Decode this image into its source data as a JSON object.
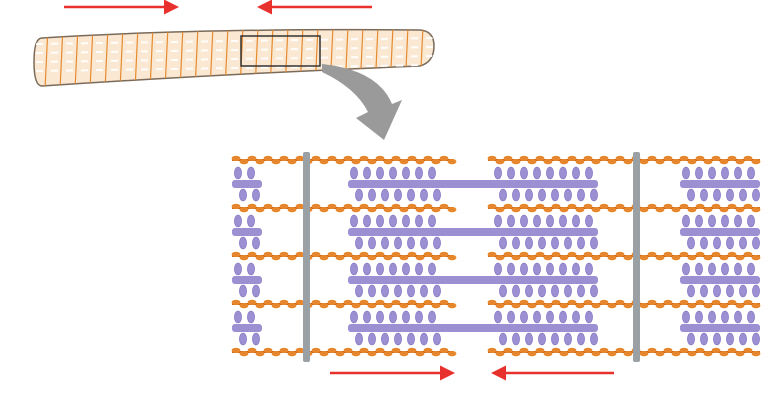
{
  "diagram": {
    "colors": {
      "background": "#ffffff",
      "arrow_red": "#e8302c",
      "fiber_fill": "#fbe8d2",
      "fiber_stroke": "#7a6a5a",
      "stripe_orange": "#e58a2e",
      "stripe_white": "#ffffff",
      "callout_arrow": "#9a9a9a",
      "actin": "#e8862c",
      "actin_dark": "#c96a18",
      "myosin": "#9c8fd2",
      "myosin_dark": "#7a6cc0",
      "z_disc": "#9aa0a4"
    },
    "icons": {
      "fiber": "muscle-fiber-icon",
      "zoom": "zoom-callout-arrow-icon",
      "contraction": "contraction-direction-arrow-icon"
    },
    "sarcomere": {
      "actin_filament_rows": 5,
      "myosin_filament_rows": 4,
      "z_disc_count": 2
    }
  }
}
